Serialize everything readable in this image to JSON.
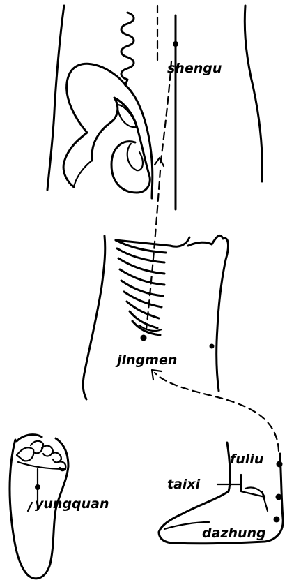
{
  "points": {
    "shengu": "shengu",
    "jingmen": "jlngmen",
    "fuliu": "fuliu",
    "taixi": "taixi",
    "dazhung": "dazhung",
    "yungquan": "yungquan"
  }
}
